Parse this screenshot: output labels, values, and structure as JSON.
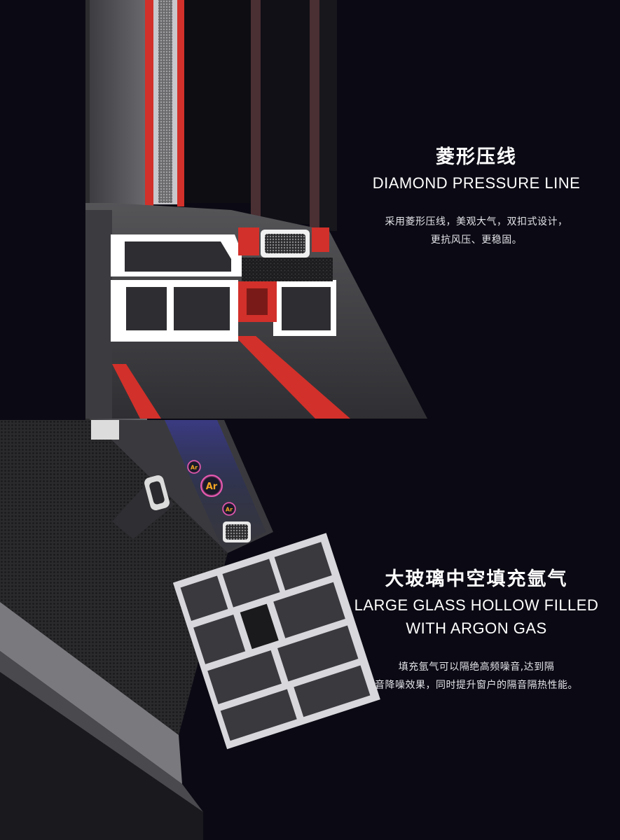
{
  "sections": [
    {
      "title_cn": "菱形压线",
      "title_en": "DIAMOND PRESSURE LINE",
      "desc_lines": [
        "采用菱形压线，美观大气，双扣式设计，",
        "更抗风压、更稳固。"
      ]
    },
    {
      "title_cn": "大玻璃中空填充氩气",
      "title_en_lines": [
        "LARGE GLASS HOLLOW FILLED",
        "WITH ARGON GAS"
      ],
      "desc_lines": [
        "填充氩气可以隔绝高频噪音,达到隔",
        "音降噪效果，同时提升窗户的隔音隔热性能。"
      ]
    }
  ],
  "argon_badges": [
    "Ar",
    "Ar",
    "Ar"
  ],
  "colors": {
    "background": "#0b0a14",
    "accent_red": "#d2302a",
    "frame_gray": "#6e6e72",
    "profile_dark": "#2a2a2e"
  }
}
